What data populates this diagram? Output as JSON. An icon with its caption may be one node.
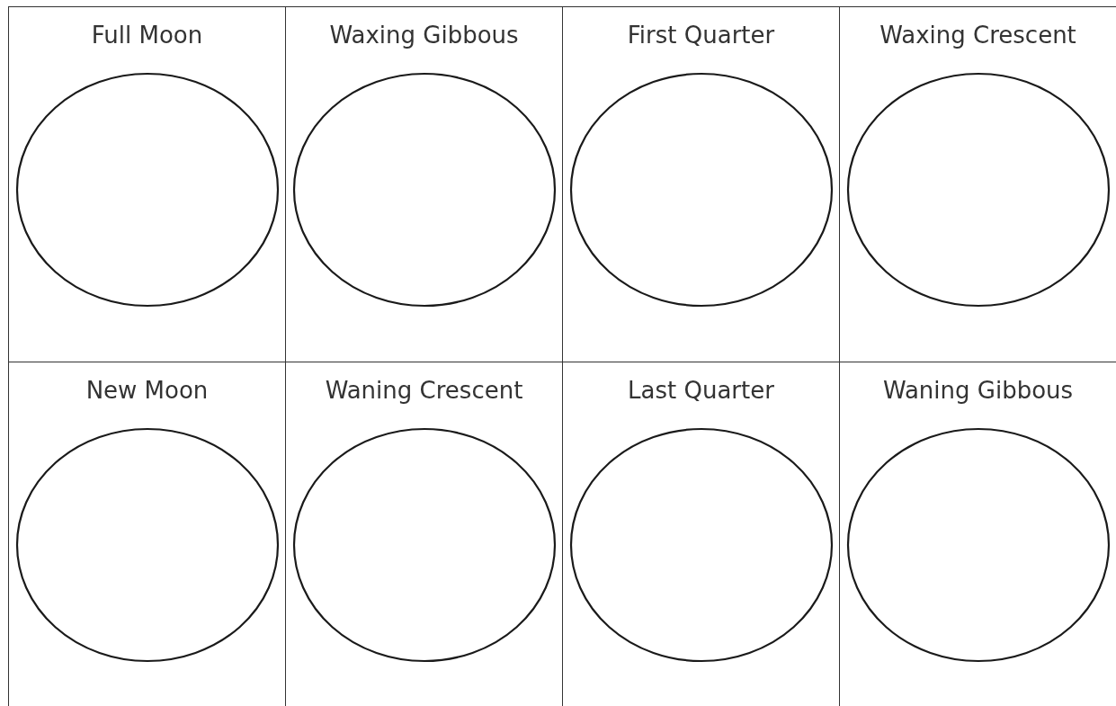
{
  "diagram": {
    "nodes": [
      {
        "text": [
          "Full Moon"
        ]
      },
      {
        "text": [],
        "shape": "circle",
        "in": 0
      },
      {
        "text": [
          "Waxing Gibbous"
        ]
      },
      {
        "text": [],
        "shape": "circle",
        "in": 2
      },
      {
        "text": [
          "First Quarter"
        ]
      },
      {
        "text": [],
        "shape": "circle",
        "in": 4
      },
      {
        "text": [
          "Waxing Crescent"
        ]
      },
      {
        "text": [],
        "shape": "circle",
        "in": 6
      },
      {
        "text": [
          "New Moon"
        ]
      },
      {
        "text": [],
        "shape": "circle",
        "in": 8
      },
      {
        "text": [
          "Waning Crescent"
        ]
      },
      {
        "text": [],
        "shape": "circle",
        "in": 10
      },
      {
        "text": [
          "Last Quarter"
        ]
      },
      {
        "text": [],
        "shape": "circle",
        "in": 12
      },
      {
        "text": [
          "Waning Gibbous"
        ]
      },
      {
        "text": [],
        "shape": "circle",
        "in": 14
      }
    ]
  }
}
